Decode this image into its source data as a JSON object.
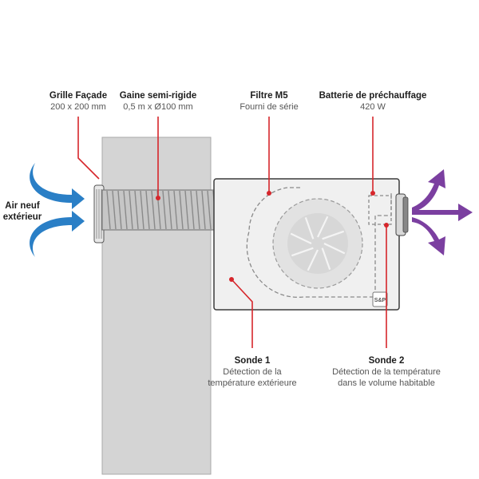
{
  "labels": {
    "grille": {
      "title": "Grille Façade",
      "sub": "200 x 200 mm"
    },
    "gaine": {
      "title": "Gaine semi-rigide",
      "sub": "0,5 m x Ø100 mm"
    },
    "filtre": {
      "title": "Filtre M5",
      "sub": "Fourni de série"
    },
    "batterie": {
      "title": "Batterie de préchauffage",
      "sub": "420 W"
    },
    "sonde1": {
      "title": "Sonde 1",
      "sub1": "Détection de la",
      "sub2": "température extérieure"
    },
    "sonde2": {
      "title": "Sonde 2",
      "sub1": "Détection de la température",
      "sub2": "dans le volume habitable"
    }
  },
  "air": {
    "line1": "Air neuf",
    "line2": "extérieur"
  },
  "colors": {
    "accent": "#d6262b",
    "inflow": "#2a7fc6",
    "outflow": "#7b3fa0",
    "wall": "#d4d4d4"
  },
  "logo": "S&P"
}
